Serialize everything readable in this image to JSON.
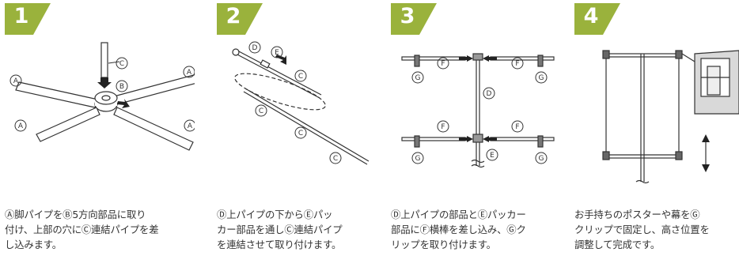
{
  "colors": {
    "badge": "#9ab23c",
    "badge_text": "#ffffff",
    "line": "#333333",
    "text": "#333333"
  },
  "steps": [
    {
      "number": "1",
      "labels": {
        "c": "C",
        "b": "B",
        "a": "A"
      },
      "caption": [
        "Ⓐ脚パイプをⒷ5方向部品に取り",
        "付け、上部の穴にⒸ連結パイプを差",
        "し込みます。"
      ]
    },
    {
      "number": "2",
      "labels": {
        "d": "D",
        "e": "E",
        "c": "C"
      },
      "caption": [
        "Ⓓ上パイプの下からⒺパッ",
        "カー部品を通しⒸ連結パイプ",
        "を連結させて取り付けます。"
      ]
    },
    {
      "number": "3",
      "labels": {
        "f": "F",
        "g": "G",
        "d": "D",
        "e": "E"
      },
      "caption": [
        "Ⓓ上パイプの部品とⒺパッカー",
        "部品にⒻ横棒を差し込み、Ⓖク",
        "リップを取り付けます。"
      ]
    },
    {
      "number": "4",
      "caption": [
        "お手持ちのポスターや幕をⒼ",
        "クリップで固定し、高さ位置を",
        "調整して完成です。"
      ]
    }
  ]
}
